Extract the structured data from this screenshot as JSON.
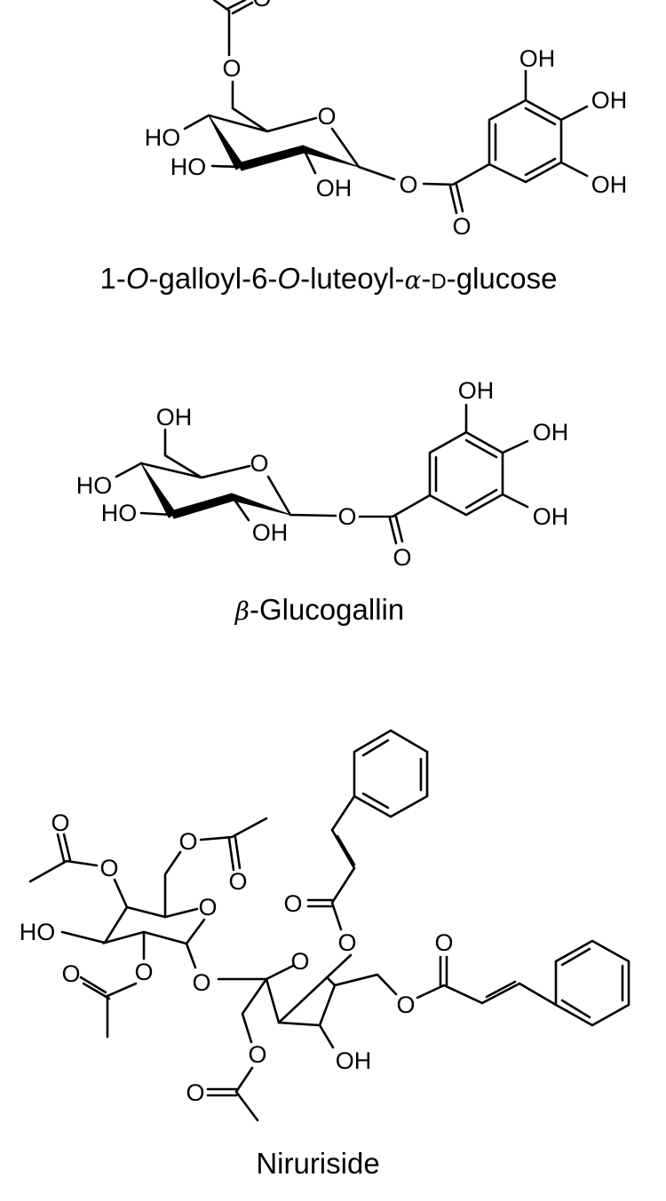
{
  "molecules": [
    {
      "caption_parts": [
        "1-",
        "O",
        "-galloyl-6-",
        "O",
        "-luteoyl-",
        "α",
        "-",
        "D",
        "-glucose"
      ],
      "atom_labels": [
        "O",
        "O",
        "HO",
        "HO",
        "O",
        "OH",
        "O",
        "O",
        "OH",
        "OH",
        "OH"
      ]
    },
    {
      "caption_parts": [
        "β",
        "-Glucogallin"
      ],
      "atom_labels": [
        "OH",
        "HO",
        "HO",
        "O",
        "OH",
        "O",
        "O",
        "OH",
        "OH",
        "OH"
      ]
    },
    {
      "caption_parts": [
        "Niruriside"
      ],
      "atom_labels": [
        "O",
        "O",
        "O",
        "O",
        "O",
        "HO",
        "O",
        "O",
        "O",
        "O",
        "O",
        "O",
        "O",
        "O",
        "OH",
        "O",
        "O"
      ]
    }
  ],
  "colors": {
    "ink": "#000000",
    "background": "#ffffff"
  }
}
